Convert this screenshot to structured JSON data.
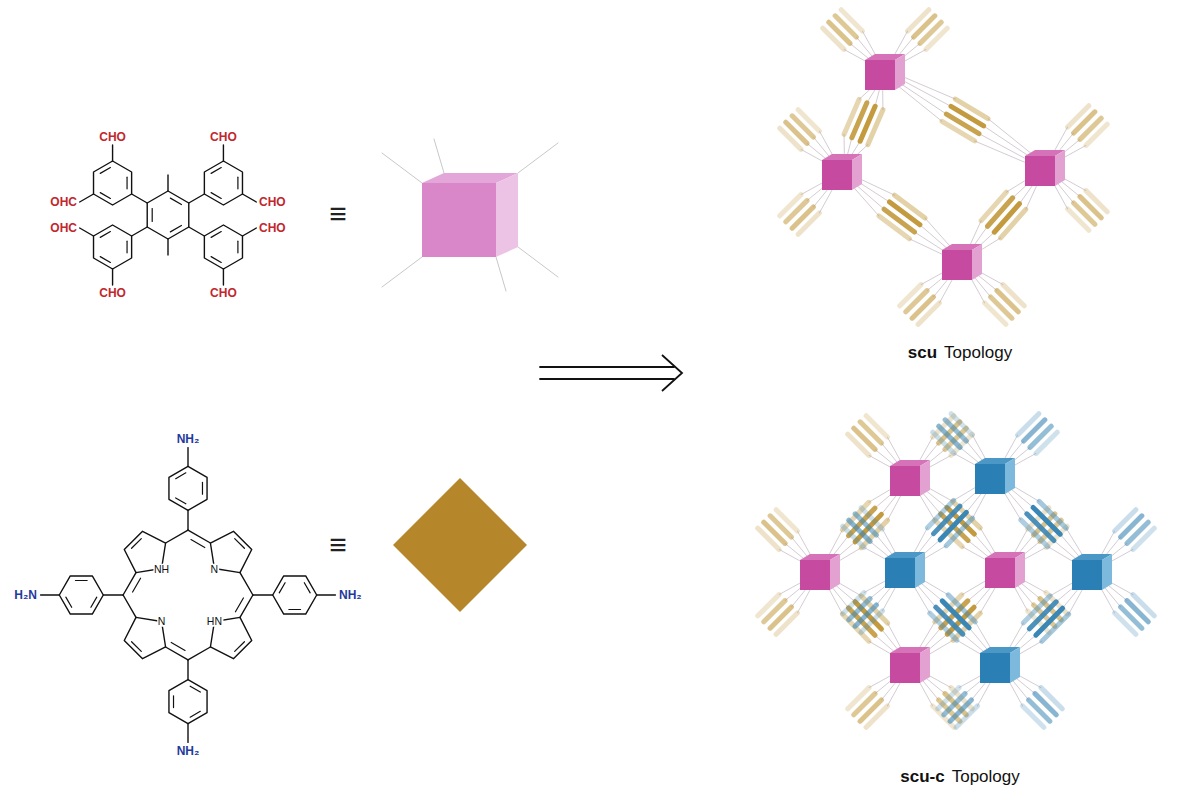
{
  "diagram": {
    "labels": [
      "CHO",
      "CHO",
      "OHC",
      "CHO",
      "OHC",
      "CHO",
      "CHO",
      "CHO",
      "≡",
      "scu",
      "Topology",
      "NH₂",
      "NH",
      "N",
      "H₂N",
      "NH₂",
      "N",
      "HN",
      "NH₂",
      "≡",
      "scu-c",
      "Topology"
    ]
  }
}
